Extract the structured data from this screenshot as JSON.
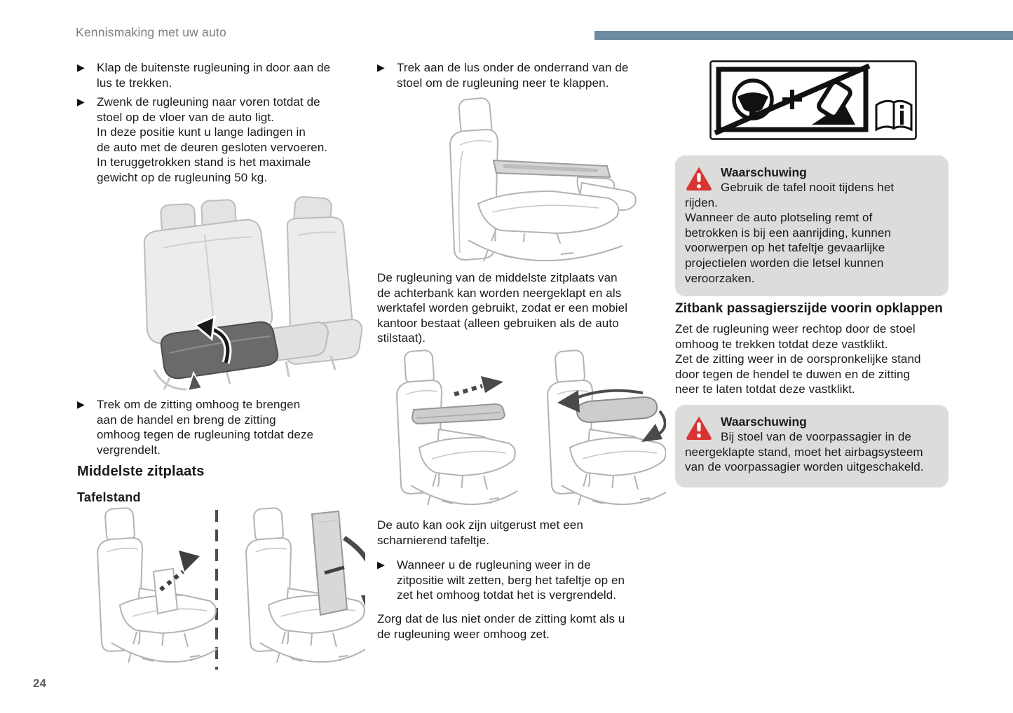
{
  "page": {
    "header": "Kennismaking met uw auto",
    "page_number": "24"
  },
  "icons": {
    "bullet_marker": "▶",
    "warning_icon": "warning-triangle",
    "prohibition_icon": "no-table-use-while-driving",
    "manual_icon": "see-owners-manual-book"
  },
  "colors": {
    "bar_color": "#6d8ba1",
    "warning_bg": "#dcdcdb",
    "warning_red": "#d93434",
    "text_color": "#1a1a1a",
    "header_gray": "#7d7d7d",
    "page_number_gray": "#5f5f5f"
  },
  "left_column": {
    "bullet1": "Klap de buitenste rugleuning in door aan de\nlus te trekken.",
    "bullet2": "Zwenk de rugleuning naar voren totdat de\nstoel op de vloer van de auto ligt.\nIn deze positie kunt u lange ladingen in\nde auto met de deuren gesloten vervoeren.\nIn teruggetrokken stand is het maximale\ngewicht op de rugleuning 50 kg.",
    "bullet3": "Trek om de zitting omhoog te brengen\naan de handel en breng de zitting\nomhoog tegen de rugleuning totdat deze\nvergrendelt.",
    "heading_middle_seat": "Middelste zitplaats",
    "heading_table_position": "Tafelstand"
  },
  "middle_column": {
    "bullet1": "Trek aan de lus onder de onderrand van de\nstoel om de rugleuning neer te klappen.",
    "para1": "De rugleuning van de middelste zitplaats van\nde achterbank kan worden neergeklapt en als\nwerktafel worden gebruikt, zodat er een mobiel\nkantoor bestaat (alleen gebruiken als de auto\nstilstaat).",
    "para2": "De auto kan ook zijn uitgerust met een\nscharnierend tafeltje.",
    "bullet2": "Wanneer u de rugleuning weer in de\nzitpositie wilt zetten, berg het tafeltje op en\nzet het omhoog totdat het is vergrendeld.",
    "para3": "Zorg dat de lus niet onder de zitting komt als u\nde rugleuning weer omhoog zet."
  },
  "right_column": {
    "warning1_title": "Waarschuwing",
    "warning1_text": "Gebruik de tafel nooit tijdens het\nrijden.\nWanneer de auto plotseling remt of\nbetrokken is bij een aanrijding, kunnen\nvoorwerpen op het tafeltje gevaarlijke\nprojectielen worden die letsel kunnen\nveroorzaken.",
    "heading": "Zitbank passagierszijde voorin opklappen",
    "para": "Zet de rugleuning weer rechtop door de stoel\nomhoog te trekken totdat deze vastklikt.\nZet de zitting weer in de oorspronkelijke stand\ndoor tegen de hendel te duwen en de zitting\nneer te laten totdat deze vastklikt.",
    "warning2_title": "Waarschuwing",
    "warning2_text": "Bij stoel van de voorpassagier in de\nneergeklapte stand, moet het airbagsysteem\nvan de voorpassagier worden uitgeschakeld."
  },
  "illustrations": {
    "left_main": "outer-backrest-folded-seat-cushion-raised",
    "left_table_stand": "middle-backrest-table-stand-steps",
    "middle_top": "middle-backrest-folded-as-work-table",
    "middle_double": "sliding-and-swivelling-table"
  }
}
